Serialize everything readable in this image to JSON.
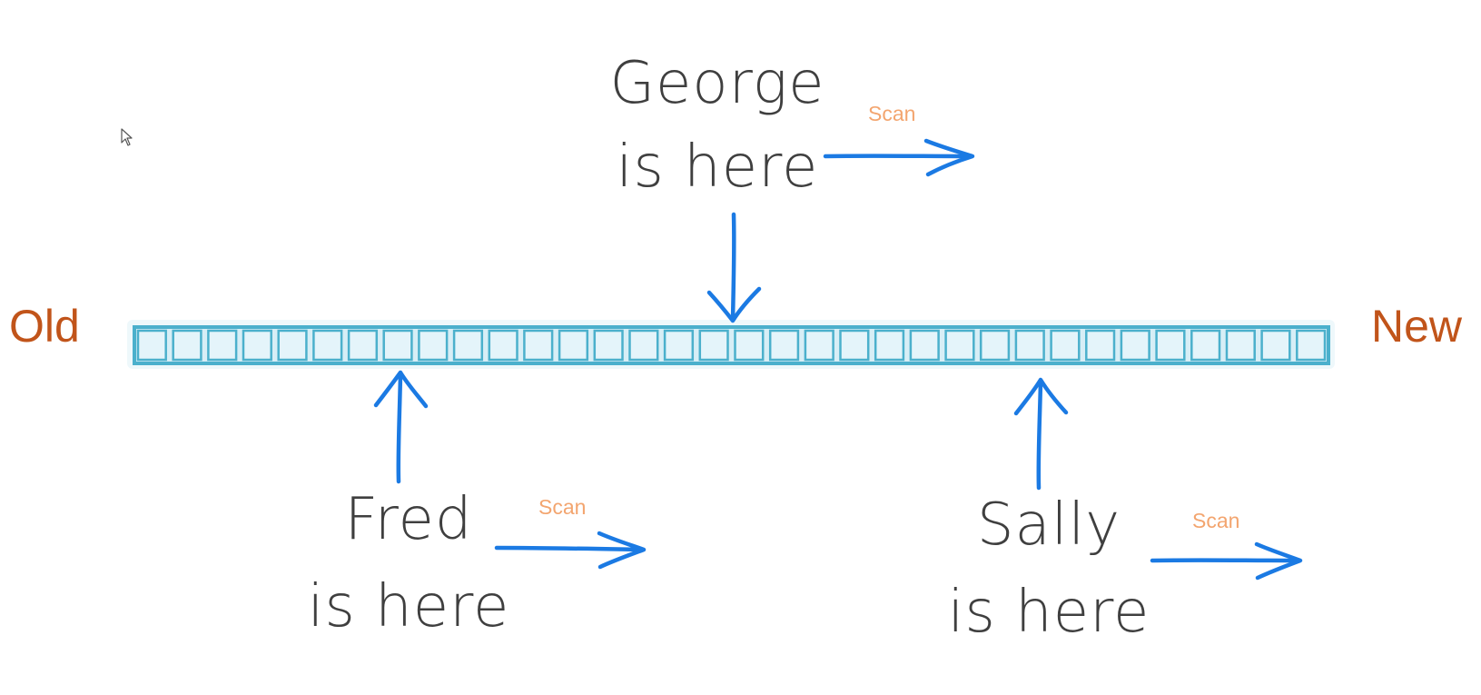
{
  "ends": {
    "old_label": "Old",
    "new_label": "New"
  },
  "people": {
    "george": {
      "name": "George",
      "status": "is here",
      "scan_label": "Scan"
    },
    "fred": {
      "name": "Fred",
      "status": "is here",
      "scan_label": "Scan"
    },
    "sally": {
      "name": "Sally",
      "status": "is here",
      "scan_label": "Scan"
    }
  },
  "buffer": {
    "cell_count": 34
  },
  "colors": {
    "end_labels": "#c1541a",
    "scan_labels": "#f3a56f",
    "arrows": "#1b7ae3",
    "person_text": "#3f3f3f",
    "buffer_fill": "#d7eef6",
    "buffer_stroke": "#4bb0cc"
  },
  "icons": {
    "cursor": "mouse-pointer-icon",
    "arrow": "hand-drawn-arrow-icon"
  }
}
